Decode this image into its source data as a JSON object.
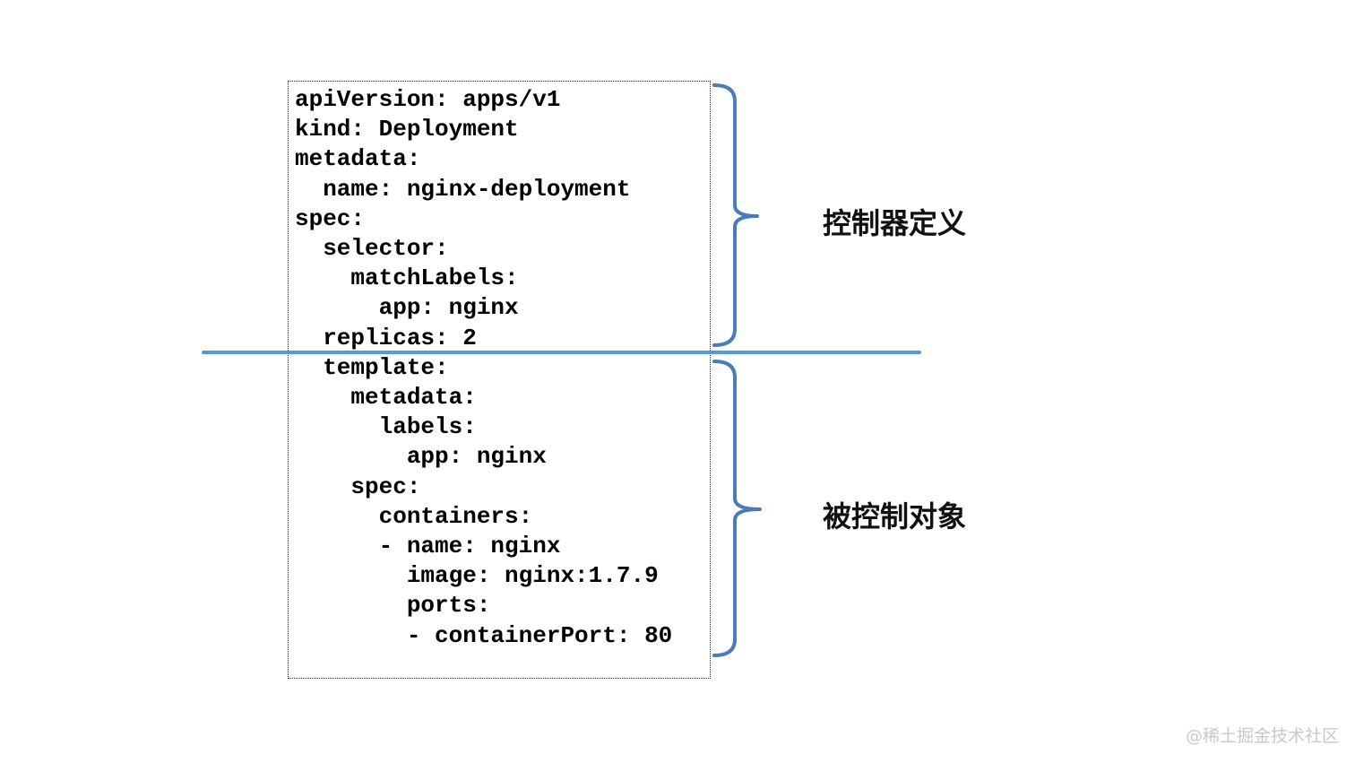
{
  "figure": {
    "type": "annotated-yaml-diagram",
    "description_visible": false
  },
  "yaml": {
    "lines": [
      "apiVersion: apps/v1",
      "kind: Deployment",
      "metadata:",
      "  name: nginx-deployment",
      "spec:",
      "  selector:",
      "    matchLabels:",
      "      app: nginx",
      "  replicas: 2",
      "  template:",
      "    metadata:",
      "      labels:",
      "        app: nginx",
      "    spec:",
      "      containers:",
      "      - name: nginx",
      "        image: nginx:1.7.9",
      "        ports:",
      "        - containerPort: 80"
    ]
  },
  "annotations": {
    "top_label": "控制器定义",
    "bottom_label": "被控制对象"
  },
  "watermark": {
    "text": "@稀土掘金技术社区"
  },
  "colors": {
    "divider_blue": "#4f9bdf",
    "brace_blue": "#4a7cb8",
    "code_text": "#000000",
    "label_text": "#111111",
    "watermark_gray": "#c9c9c9"
  }
}
